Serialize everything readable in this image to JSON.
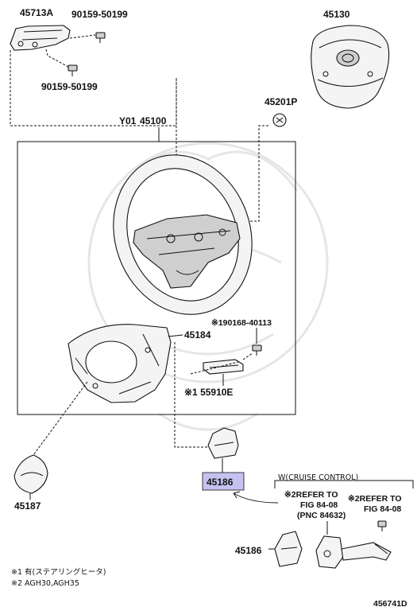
{
  "diagram_id": "456741D",
  "parts": {
    "bracket": "45713A",
    "screw_top": "90159-50199",
    "screw_bottom": "90159-50199",
    "airbag": "45130",
    "clip_part": "45201P",
    "wheel_prefix": "Y01",
    "wheel": "45100",
    "switch_screw": "※190168-40113",
    "lower_cover": "45184",
    "heater_module": "※1 55910E",
    "spiral_cover": "45186",
    "left_cover": "45187",
    "cruise_cover": "45186"
  },
  "cruise": {
    "title": "W(CRUISE CONTROL)",
    "refer_a_line1": "※2REFER TO",
    "refer_a_line2": "FIG 84-08",
    "refer_a_line3": "(PNC 84632)",
    "refer_b_line1": "※2REFER TO",
    "refer_b_line2": "FIG 84-08"
  },
  "notes": {
    "note1": "※1 有(ステアリングヒータ)",
    "note2": "※2 AGH30,AGH35"
  },
  "colors": {
    "highlight": "#c5c2f0",
    "line": "#111111",
    "watermark": "#e6e6e6"
  }
}
